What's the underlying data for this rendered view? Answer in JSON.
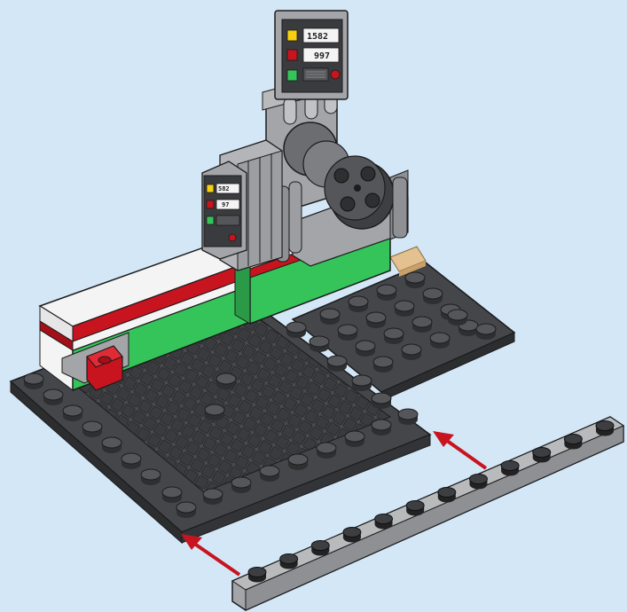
{
  "scene": {
    "background_color": "#d3e7f7",
    "arrow_color": "#c8141e",
    "brick_colors": {
      "dark_gray": "#45464a",
      "light_gray": "#a3a5a8",
      "green": "#35c45a",
      "red": "#c8141e",
      "white": "#f4f4f4",
      "tan": "#e3c190"
    }
  },
  "tall_display": {
    "top_value": "1582",
    "middle_value": "997"
  },
  "small_display": {
    "top_value": "582",
    "middle_value": "97"
  },
  "assembly": {
    "new_part_studs": 12
  }
}
